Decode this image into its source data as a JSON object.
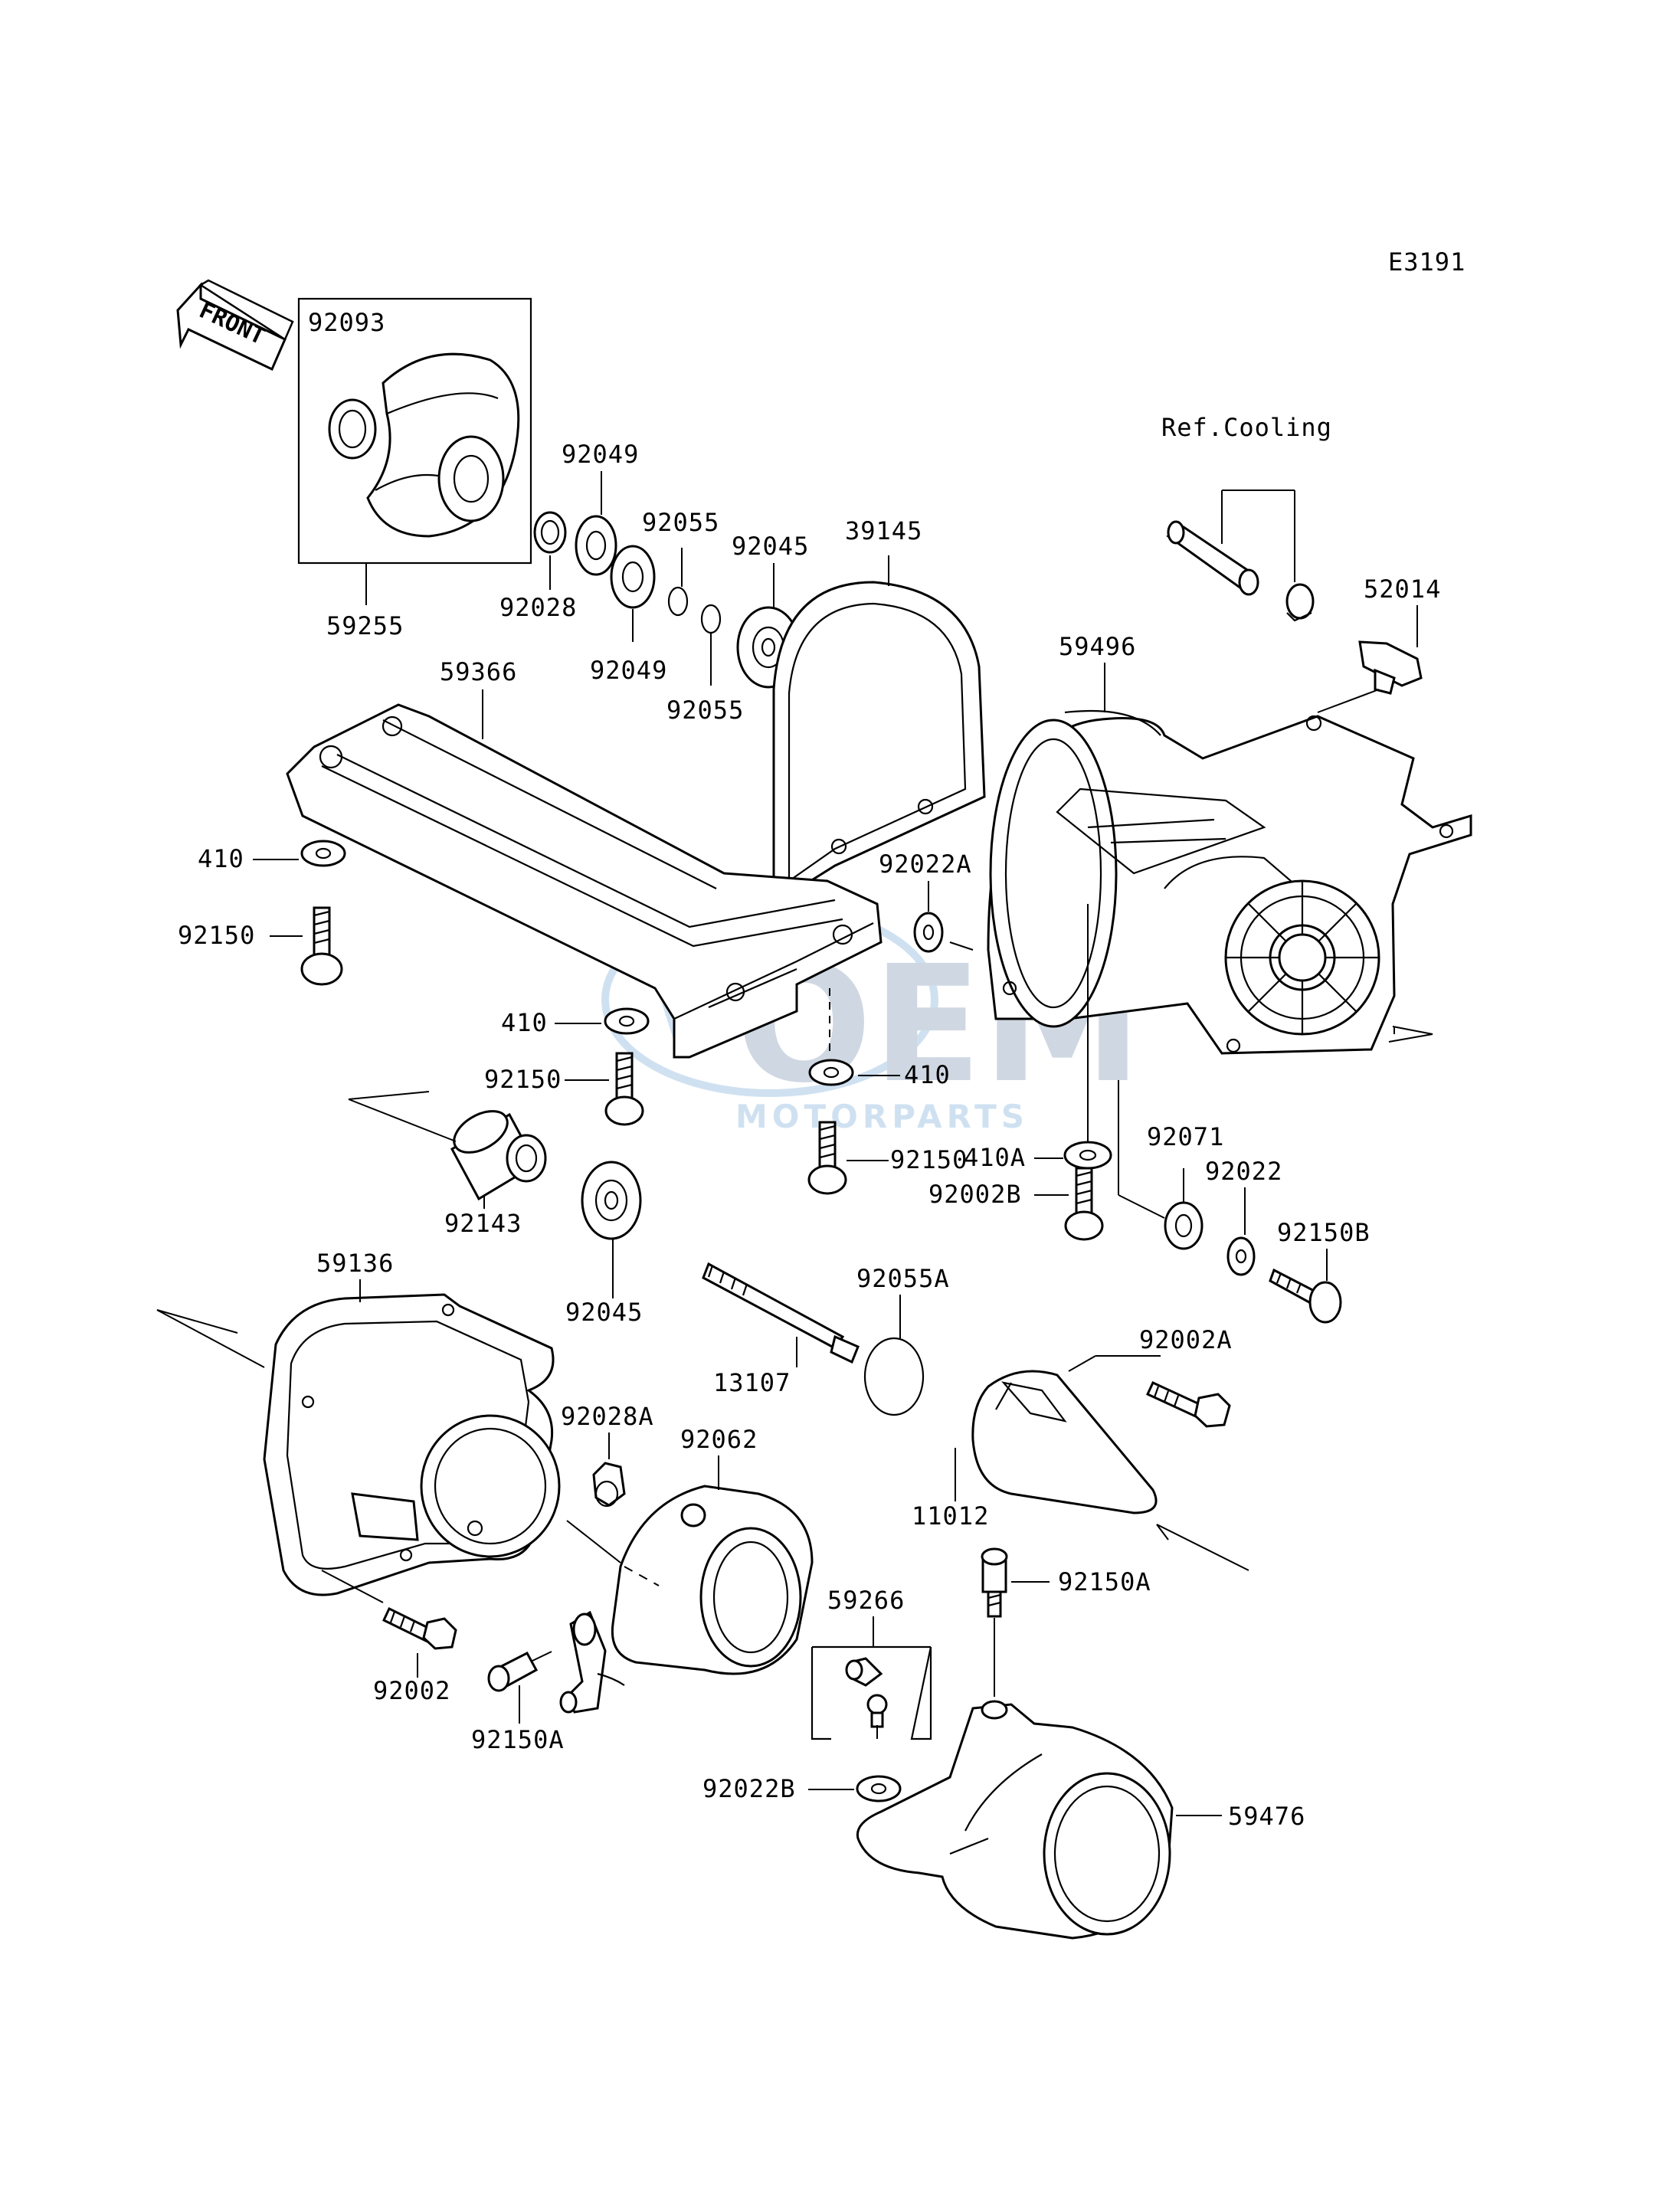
{
  "diagram_code": "E3191",
  "front_arrow_label": "FRONT",
  "reference_label": "Ref.Cooling",
  "watermark": {
    "main": "OEM",
    "sub": "MOTORPARTS",
    "color": "#a9c9e6"
  },
  "callouts": {
    "c92093": "92093",
    "c59255": "59255",
    "c92049a": "92049",
    "c92028": "92028",
    "c92049b": "92049",
    "c92055a": "92055",
    "c92055b": "92055",
    "c92045a": "92045",
    "c39145": "39145",
    "c52014": "52014",
    "c59496": "59496",
    "c59366": "59366",
    "c410a": "410",
    "c92150a": "92150",
    "c92022A": "92022A",
    "c410b": "410",
    "c92150b": "92150",
    "c410c": "410",
    "c410A": "410A",
    "c92150c": "92150",
    "c92071": "92071",
    "c92022": "92022",
    "c92002B": "92002B",
    "c92150B": "92150B",
    "c92143": "92143",
    "c92045b": "92045",
    "c59136": "59136",
    "c92055A": "92055A",
    "c13107": "13107",
    "c92002A": "92002A",
    "c92028A": "92028A",
    "c92062": "92062",
    "c11012": "11012",
    "c59266": "59266",
    "c92150A_r": "92150A",
    "c92002": "92002",
    "c92150A_l": "92150A",
    "c92022B": "92022B",
    "c59476": "59476"
  }
}
